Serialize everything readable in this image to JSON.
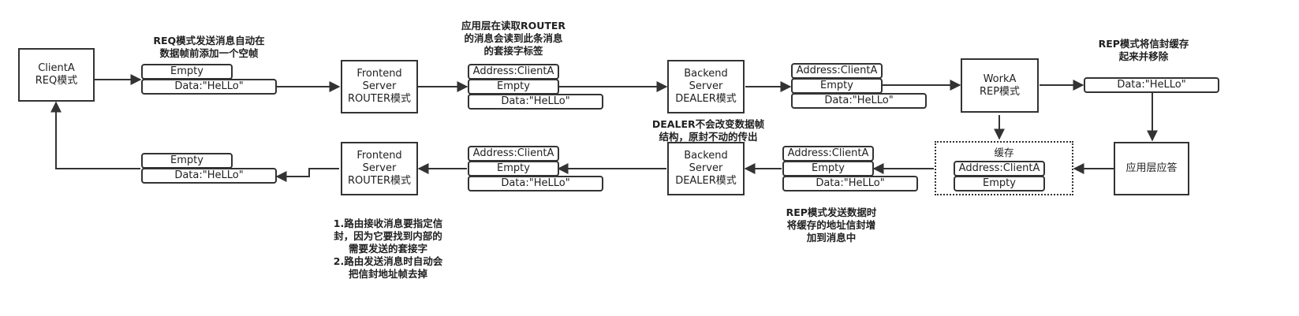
{
  "nodes": {
    "client": [
      "ClientA",
      "REQ模式"
    ],
    "frontend_top": [
      "Frontend",
      "Server",
      "ROUTER模式"
    ],
    "backend_top": [
      "Backend",
      "Server",
      "DEALER模式"
    ],
    "worker": [
      "WorkA",
      "REP模式"
    ],
    "app_reply": [
      "应用层应答"
    ],
    "backend_bottom": [
      "Backend",
      "Server",
      "DEALER模式"
    ],
    "frontend_bottom": [
      "Frontend",
      "Server",
      "ROUTER模式"
    ]
  },
  "frames": {
    "empty": "Empty",
    "data": "Data:\"HeLLo\"",
    "address": "Address:ClientA"
  },
  "cache_label": "缓存",
  "notes": {
    "req_send": [
      "REQ模式发送消息自动在",
      "数据帧前添加一个空帧"
    ],
    "app_read": [
      "应用层在读取ROUTER",
      "的消息会读到此条消息",
      "的套接字标签"
    ],
    "rep_cache": [
      "REP模式将信封缓存",
      "起来并移除"
    ],
    "dealer_keep": [
      "DEALER不会改变数据帧",
      "结构，原封不动的传出"
    ],
    "router_rules": [
      "1.路由接收消息要指定信",
      "封，因为它要找到内部的",
      "需要发送的套接字",
      "2.路由发送消息时自动会",
      "把信封地址帧去掉"
    ],
    "rep_send": [
      "REP模式发送数据时",
      "将缓存的地址信封增",
      "加到消息中"
    ]
  }
}
